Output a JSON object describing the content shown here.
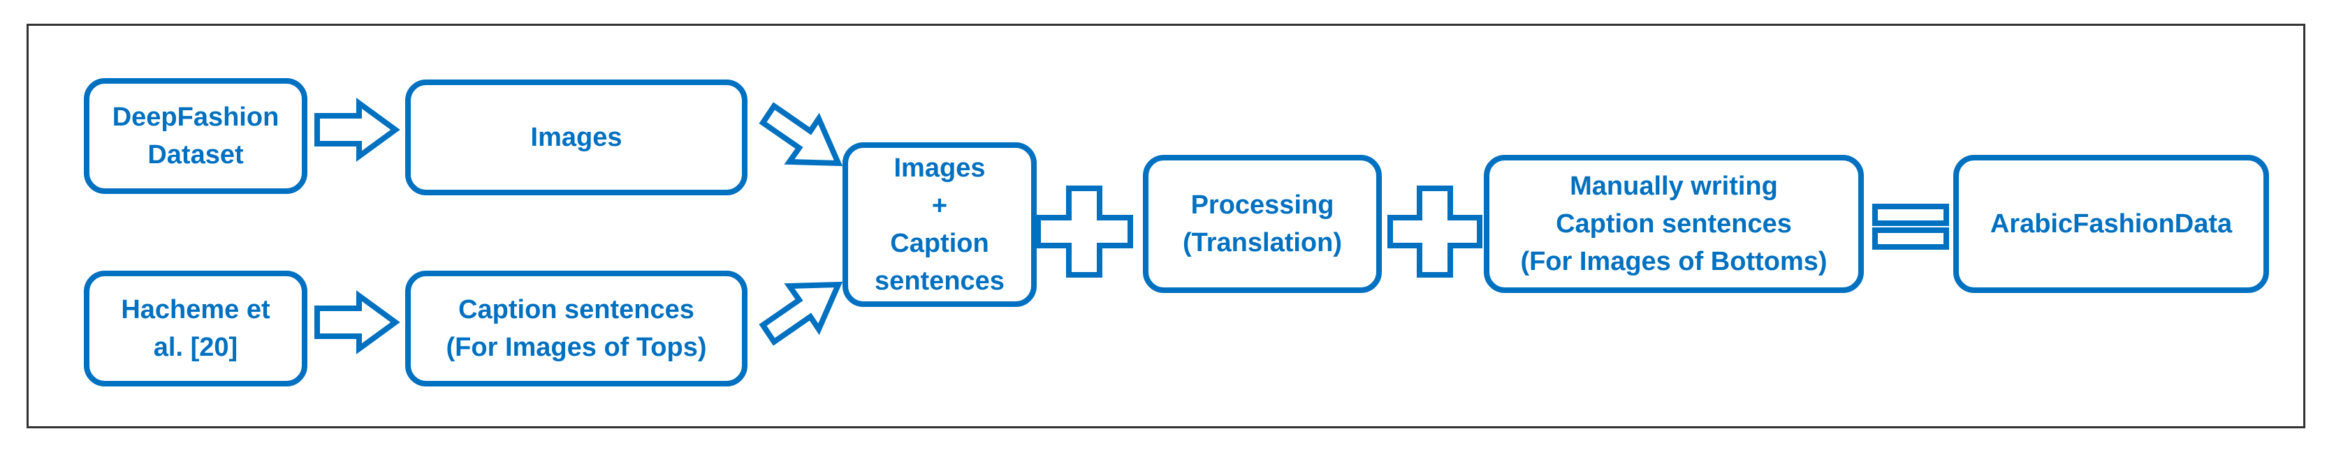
{
  "nodes": {
    "deepfashion": "DeepFashion\nDataset",
    "images": "Images",
    "hacheme": "Hacheme et\nal. [20]",
    "captions_tops": "Caption sentences\n(For Images of Tops)",
    "images_captions": "Images\n+\nCaption\nsentences",
    "processing": "Processing\n(Translation)",
    "manual": "Manually writing\nCaption sentences\n(For Images of Bottoms)",
    "arabic": "ArabicFashionData"
  },
  "colors": {
    "accent": "#0070c0",
    "frame": "#333333",
    "background": "#ffffff"
  },
  "connectors": [
    "arrow",
    "arrow",
    "arrow",
    "arrow",
    "plus",
    "plus",
    "equals"
  ]
}
